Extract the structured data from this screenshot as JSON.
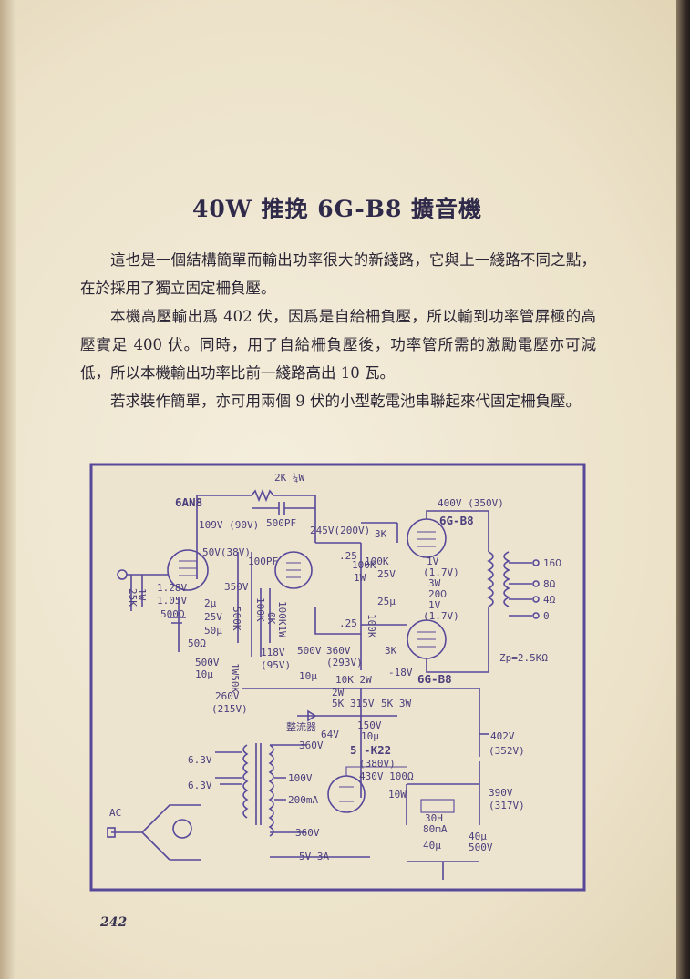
{
  "page": {
    "title": "40W 推挽 6G-B8 擴音機",
    "paragraphs": [
      "這也是一個結構簡單而輸出功率很大的新綫路，它與上一綫路不同之點，在於採用了獨立固定柵負壓。",
      "本機高壓輸出爲 402 伏，因爲是自給柵負壓，所以輸到功率管屏極的高壓實足 400 伏。同時，用了自給柵負壓後，功率管所需的激勵電壓亦可減低，所以本機輸出功率比前一綫路高出 10 瓦。",
      "若求裝作簡單，亦可用兩個 9 伏的小型乾電池串聯起來代固定柵負壓。"
    ],
    "page_number": "242"
  },
  "schematic": {
    "tubes": {
      "preamp": "6AN8",
      "output_top": "6G-B8",
      "output_bottom": "6G-B8",
      "rectifier": "5 -K22"
    },
    "labels": {
      "fb_res": "2K ¼W",
      "fb_cap": "500PF",
      "v109": "109V (90V)",
      "v50": "50V(38V)",
      "v245": "245V(200V)",
      "v400": "400V (350V)",
      "r3k_top": "3K",
      "r3k_bot": "3K",
      "c100pf": "100PF",
      "c25a": ".25",
      "r100k_a": "100K",
      "r1w": "1W",
      "r100k_b": "100K",
      "v25": "25V",
      "c25u": "25µ",
      "r100k_c": "100K",
      "c25b": ".25",
      "r25k": "25K",
      "r1w_b": "1W",
      "v128": "1.28V",
      "v105": "1.05V",
      "r500": "500Ω",
      "r50": "50Ω",
      "v350": "350V",
      "c2u": "2µ",
      "v25b": "25V",
      "c50u": "50µ",
      "r500k": "500K",
      "r100k_d": "100K",
      "r100k1w": "100K1W",
      "r0k": "0K",
      "v118": "118V",
      "v95": "(95V)",
      "v500": "500V",
      "c10u_a": "10µ",
      "v500b": "500V",
      "c10u_b": "10µ",
      "v360": "360V",
      "v293": "(293V)",
      "r1w50k": "1W50K",
      "v260": "260V",
      "v215": "(215V)",
      "vneg18": "-18V",
      "r10k2w": "10K 2W",
      "r2w": "2W",
      "r5k": "5K",
      "v315": "315V",
      "r5k3w": "5K 3W",
      "v150": "150V",
      "c10u_c": "10µ",
      "v64": "64V",
      "rectifier_cn": "整流器",
      "v1_top": "1V",
      "v17_top": "(1.7V)",
      "r3w": "3W",
      "r20": "20Ω",
      "v1_bot": "1V",
      "v17_bot": "(1.7V)",
      "out16": "16Ω",
      "out8": "8Ω",
      "out4": "4Ω",
      "out0": "0",
      "zp": "Zp=2.5KΩ",
      "v402": "402V",
      "v352": "(352V)",
      "v63a": "6.3V",
      "v63b": "6.3V",
      "v360t": "360V",
      "v100": "100V",
      "ma200": "200mA",
      "v360b": "360V",
      "v5v3a": "5V 3A",
      "v380": "(380V)",
      "v430": "430V 100Ω",
      "w10": "10W",
      "v390": "390V",
      "v317": "(317V)",
      "h30": "30H",
      "ma80": "80mA",
      "c40u_a": "40µ",
      "c40u_b": "40µ",
      "v500c": "500V",
      "ac": "AC"
    }
  }
}
